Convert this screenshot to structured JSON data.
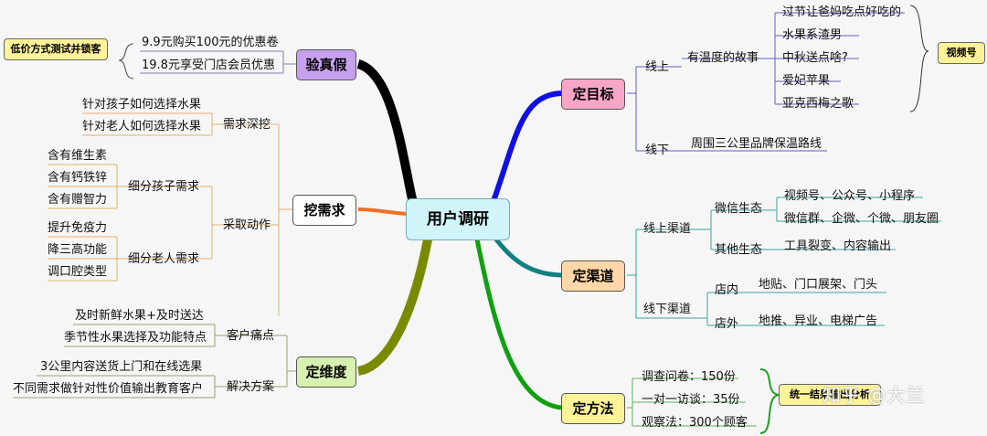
{
  "root": "用户调研",
  "branches": {
    "verify": {
      "label": "验真假",
      "color": "#c8a0f0",
      "items": [
        "9.9元购买100元的优惠卷",
        "19.8元享受门店会员优惠"
      ],
      "tag": "低价方式测试并锁客"
    },
    "dig": {
      "label": "挖需求",
      "color": "#ffffff",
      "deep": {
        "label": "需求深挖",
        "items": [
          "针对孩子如何选择水果",
          "针对老人如何选择水果"
        ]
      },
      "action": {
        "label": "采取动作",
        "child": {
          "label": "细分孩子需求",
          "items": [
            "含有维生素",
            "含有钙铁锌",
            "含有赠智力"
          ]
        },
        "elder": {
          "label": "细分老人需求",
          "items": [
            "提升免疫力",
            "降三高功能",
            "调口腔类型"
          ]
        }
      }
    },
    "dimension": {
      "label": "定维度",
      "color": "#d8f0b0",
      "pain": {
        "label": "客户痛点",
        "items": [
          "及时新鲜水果+及时送达",
          "季节性水果选择及功能特点"
        ]
      },
      "solution": {
        "label": "解决方案",
        "items": [
          "3公里内容送货上门和在线选果",
          "不同需求做针对性价值输出教育客户"
        ]
      }
    },
    "target": {
      "label": "定目标",
      "color": "#f7a6c8",
      "online": {
        "label": "线上",
        "story": {
          "label": "有温度的故事",
          "items": [
            "过节让爸妈吃点好吃的",
            "水果系渣男",
            "中秋送点啥?",
            "爱妃苹果",
            "亚克西梅之歌"
          ]
        },
        "tag": "视频号"
      },
      "offline": {
        "label": "线下",
        "item": "周围三公里品牌保温路线"
      }
    },
    "channel": {
      "label": "定渠道",
      "color": "#ffd7a8",
      "online": {
        "label": "线上渠道",
        "wechat": {
          "label": "微信生态",
          "items": [
            "视频号、公众号、小程序",
            "微信群、企微、个微、朋友圈"
          ]
        },
        "other": {
          "label": "其他生态",
          "items": [
            "工具裂变、内容输出"
          ]
        }
      },
      "offline": {
        "label": "线下渠道",
        "inside": {
          "label": "店内",
          "items": [
            "地贴、门口展架、门头"
          ]
        },
        "outside": {
          "label": "店外",
          "items": [
            "地推、异业、电梯广告"
          ]
        }
      }
    },
    "method": {
      "label": "定方法",
      "color": "#fff39a",
      "items": [
        "调查问卷：150份",
        "一对一访谈：35份",
        "观察法：300个顾客"
      ],
      "tag": "统一结果输出分析"
    }
  },
  "watermark": "知乎 @大兰"
}
